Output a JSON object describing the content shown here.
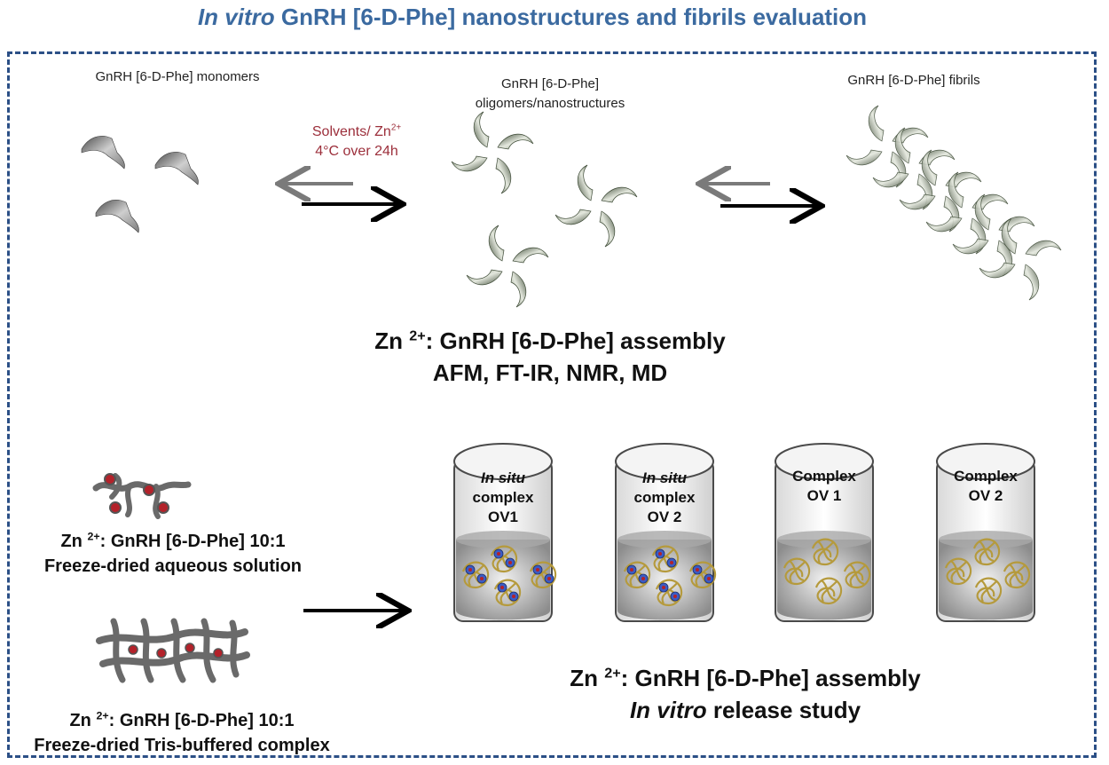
{
  "title": {
    "italic": "In vitro",
    "rest": " GnRH [6-D-Phe]  nanostructures and fibrils evaluation"
  },
  "top": {
    "monomers_label": "GnRH [6-D-Phe]  monomers",
    "oligomers_line1": "GnRH [6-D-Phe]",
    "oligomers_line2": "oligomers/nanostructures",
    "fibrils_label": "GnRH [6-D-Phe] fibrils",
    "condition_solvents": "Solvents/ Zn",
    "condition_sup": "2+",
    "condition_time": "4°C over 24h",
    "assembly_prefix": "Zn ",
    "assembly_sup": "2+",
    "assembly_suffix": ": GnRH [6-D-Phe] assembly",
    "methods": "AFM, FT-IR, NMR, MD"
  },
  "bottom": {
    "aqueous_prefix": "Zn ",
    "aqueous_sup": "2+",
    "aqueous_suffix": ": GnRH [6-D-Phe] 10:1",
    "aqueous_desc": "Freeze-dried aqueous solution",
    "tris_prefix": "Zn ",
    "tris_sup": "2+",
    "tris_suffix": ": GnRH [6-D-Phe] 10:1",
    "tris_desc": "Freeze-dried  Tris-buffered complex",
    "vials": [
      {
        "line1": "In situ",
        "line2": "complex",
        "line3": "OV1"
      },
      {
        "line1": "In situ",
        "line2": "complex",
        "line3": "OV 2"
      },
      {
        "line1": "Complex",
        "line2": "OV 1",
        "line3": ""
      },
      {
        "line1": "Complex",
        "line2": "OV 2",
        "line3": ""
      }
    ],
    "assembly_prefix": "Zn ",
    "assembly_sup": "2+",
    "assembly_suffix": ": GnRH [6-D-Phe] assembly",
    "release_italic": "In vitro",
    "release_rest": " release study"
  },
  "colors": {
    "title": "#3b6aa0",
    "frame": "#2b4f86",
    "condition": "#9c2f3b",
    "arrow_forward": "#000000",
    "arrow_reverse": "#7a7a7a",
    "peptide_green": "#5d6b55",
    "complex_gold": "#b59a3c",
    "zinc_red": "#b3222a",
    "zinc_blue": "#3b5cc4"
  }
}
